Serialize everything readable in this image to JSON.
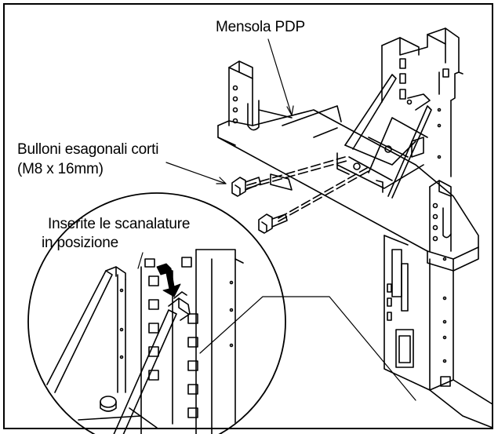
{
  "labels": {
    "mensola": "Mensola PDP",
    "bulloni_line1": "Bulloni esagonali corti",
    "bulloni_line2": "(M8 x 16mm)",
    "inserite_line1": "Inserite le scanalature",
    "inserite_line2": "in posizione"
  },
  "colors": {
    "ink": "#000000",
    "paper": "#ffffff"
  }
}
